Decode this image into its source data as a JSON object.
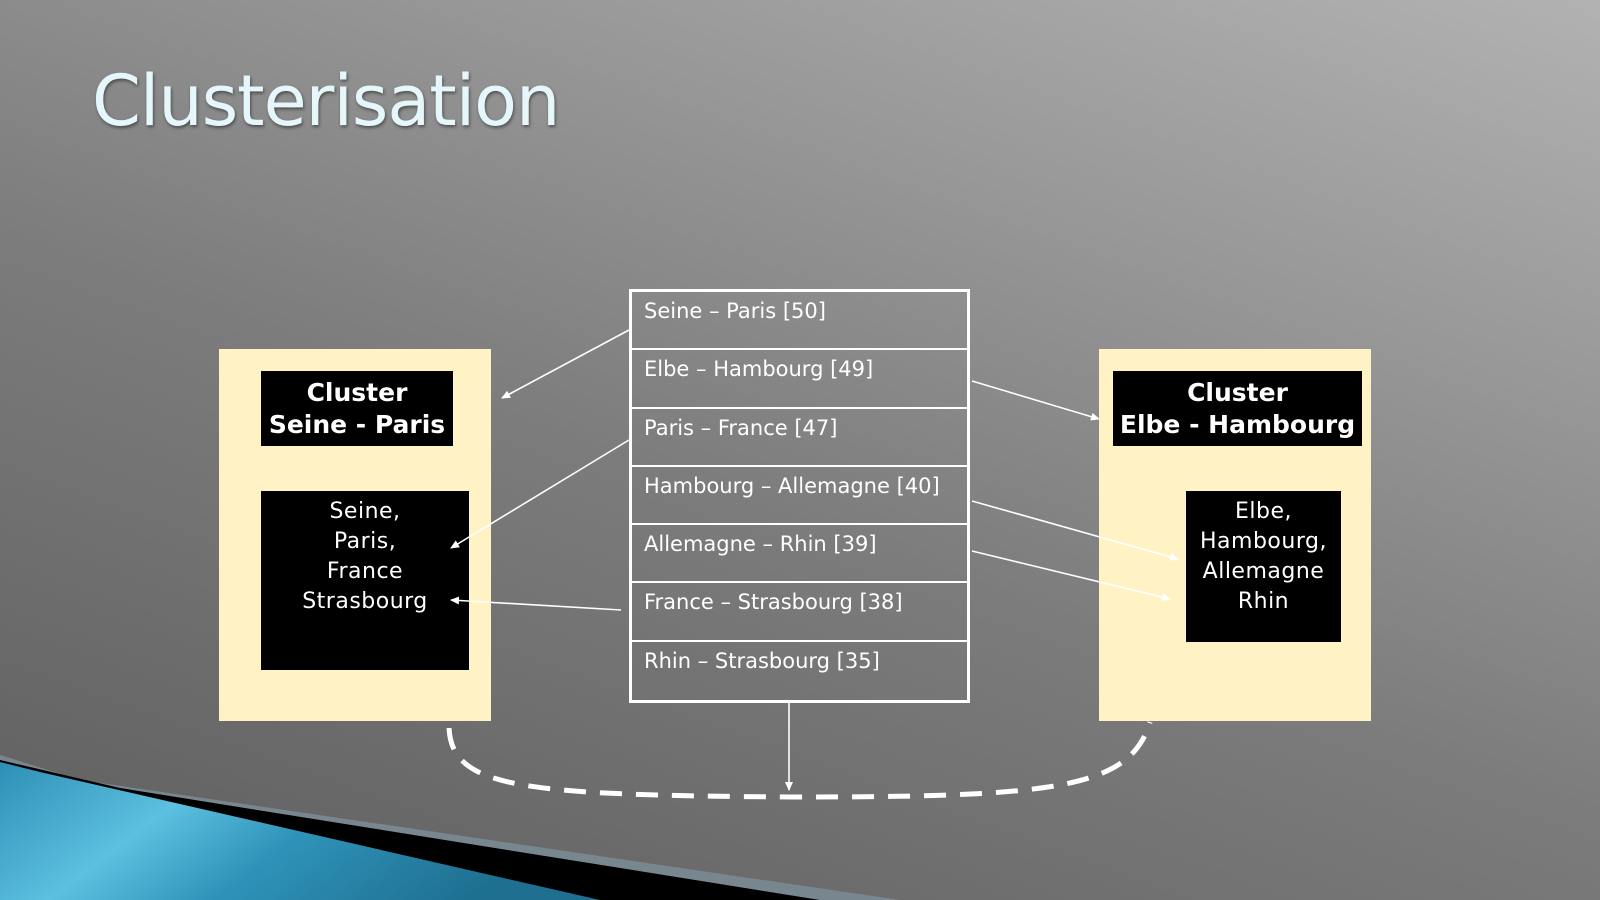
{
  "slide": {
    "title": "Clusterisation"
  },
  "pairs": [
    "Seine – Paris [50]",
    "Elbe – Hambourg [49]",
    "Paris – France [47]",
    "Hambourg – Allemagne [40]",
    "Allemagne – Rhin [39]",
    "France – Strasbourg [38]",
    "Rhin – Strasbourg [35]"
  ],
  "clusters": {
    "left": {
      "header_line1": "Cluster",
      "header_line2": "Seine - Paris",
      "items": [
        "Seine,",
        "Paris,",
        "France",
        "Strasbourg"
      ]
    },
    "right": {
      "header_line1": "Cluster",
      "header_line2": "Elbe - Hambourg",
      "items": [
        "Elbe,",
        "Hambourg,",
        "Allemagne",
        "Rhin"
      ]
    }
  },
  "colors": {
    "panel": "#fff3c6",
    "box": "#000000",
    "title": "#e6f7fb",
    "accent_wave": "#3fa9cf"
  }
}
